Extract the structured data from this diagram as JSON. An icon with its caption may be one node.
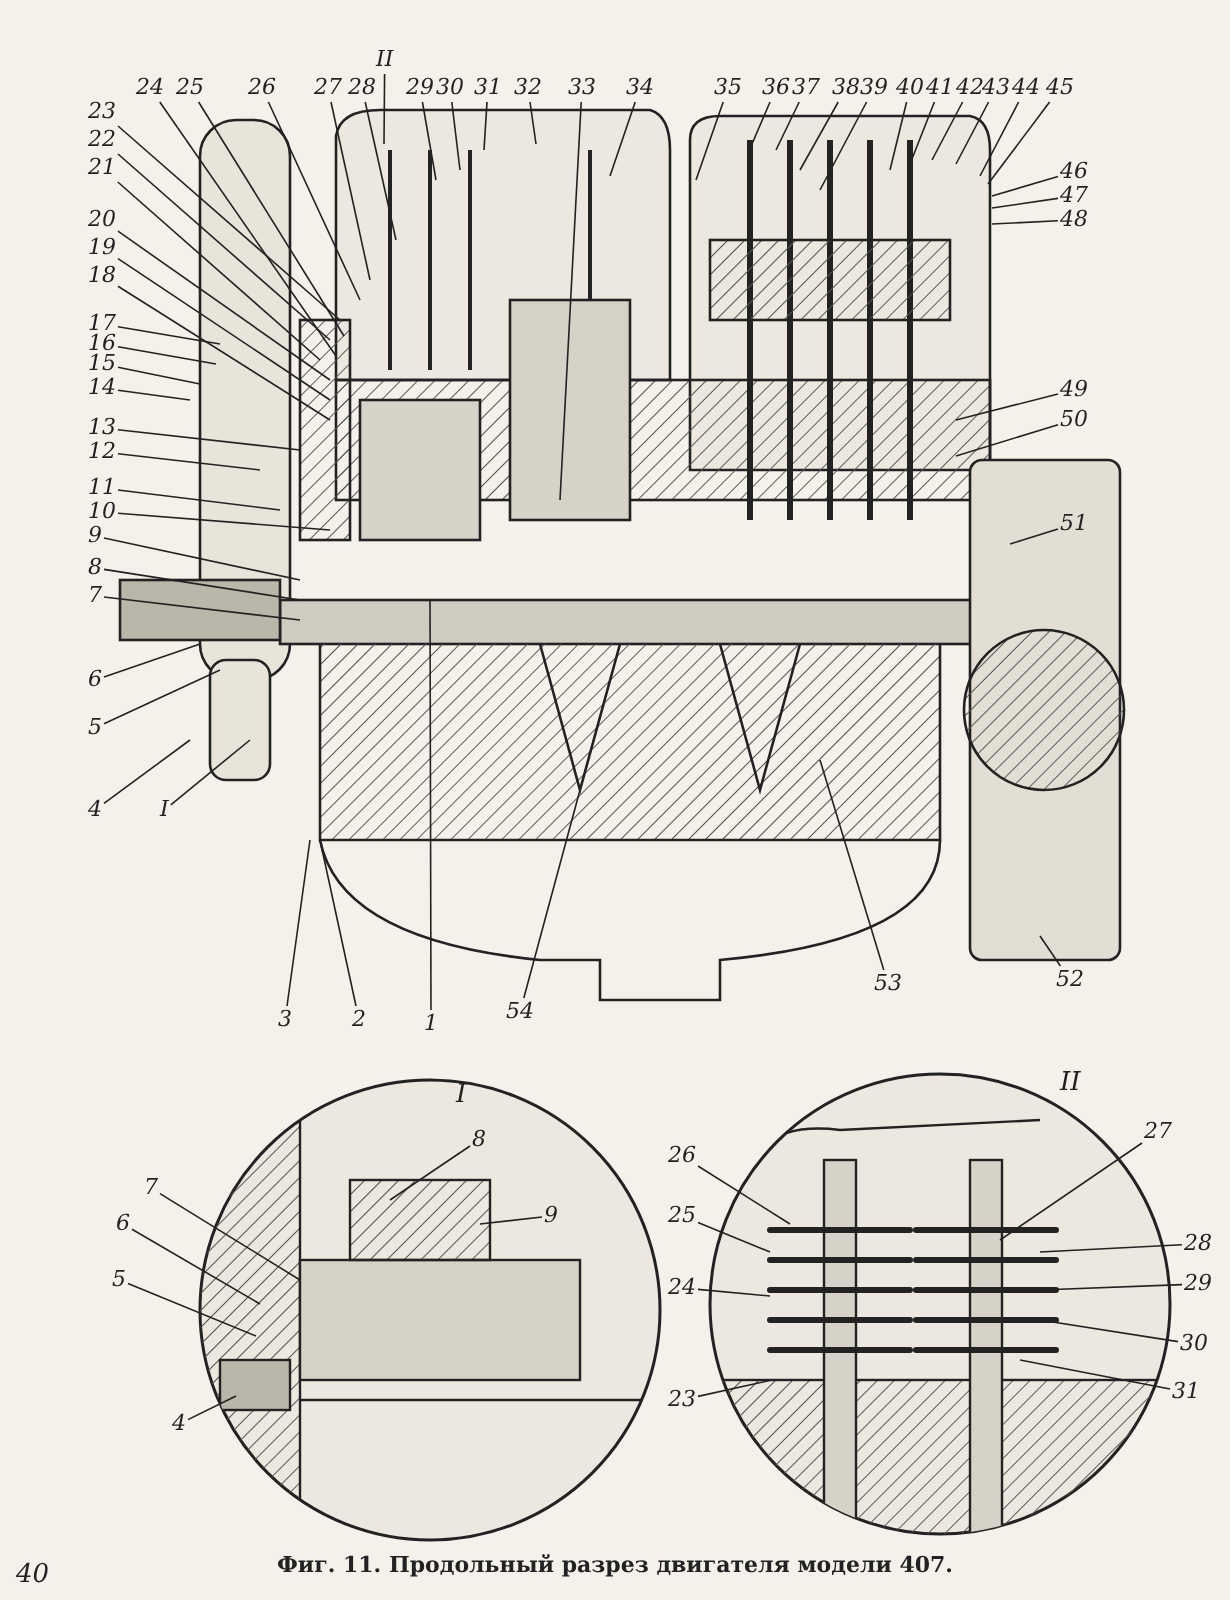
{
  "diagram": {
    "caption": "Фиг. 11. Продольный разрез двигателя модели 407.",
    "nodes": [
      {
        "text": [
          "24"
        ]
      },
      {
        "text": [
          "25"
        ]
      },
      {
        "text": [
          "26"
        ]
      },
      {
        "text": [
          "27"
        ]
      },
      {
        "text": [
          "28"
        ]
      },
      {
        "text": [
          "II"
        ]
      },
      {
        "text": [
          "29"
        ]
      },
      {
        "text": [
          "30"
        ]
      },
      {
        "text": [
          "31"
        ]
      },
      {
        "text": [
          "32"
        ]
      },
      {
        "text": [
          "33"
        ]
      },
      {
        "text": [
          "34"
        ]
      },
      {
        "text": [
          "35"
        ]
      },
      {
        "text": [
          "36"
        ]
      },
      {
        "text": [
          "37"
        ]
      },
      {
        "text": [
          "38"
        ]
      },
      {
        "text": [
          "39"
        ]
      },
      {
        "text": [
          "40"
        ]
      },
      {
        "text": [
          "41"
        ]
      },
      {
        "text": [
          "42"
        ]
      },
      {
        "text": [
          "43"
        ]
      },
      {
        "text": [
          "44"
        ]
      },
      {
        "text": [
          "45"
        ]
      },
      {
        "text": [
          "46"
        ]
      },
      {
        "text": [
          "47"
        ]
      },
      {
        "text": [
          "48"
        ]
      },
      {
        "text": [
          "49"
        ]
      },
      {
        "text": [
          "50"
        ]
      },
      {
        "text": [
          "51"
        ]
      },
      {
        "text": [
          "52"
        ]
      },
      {
        "text": [
          "53"
        ]
      },
      {
        "text": [
          "54"
        ]
      },
      {
        "text": [
          "1"
        ]
      },
      {
        "text": [
          "2"
        ]
      },
      {
        "text": [
          "3"
        ]
      },
      {
        "text": [
          "23"
        ]
      },
      {
        "text": [
          "22"
        ]
      },
      {
        "text": [
          "21"
        ]
      },
      {
        "text": [
          "20"
        ]
      },
      {
        "text": [
          "19"
        ]
      },
      {
        "text": [
          "18"
        ]
      },
      {
        "text": [
          "17"
        ]
      },
      {
        "text": [
          "16"
        ]
      },
      {
        "text": [
          "15"
        ]
      },
      {
        "text": [
          "14"
        ]
      },
      {
        "text": [
          "13"
        ]
      },
      {
        "text": [
          "12"
        ]
      },
      {
        "text": [
          "11"
        ]
      },
      {
        "text": [
          "10"
        ]
      },
      {
        "text": [
          "9"
        ]
      },
      {
        "text": [
          "8"
        ]
      },
      {
        "text": [
          "7"
        ]
      },
      {
        "text": [
          "6"
        ]
      },
      {
        "text": [
          "5"
        ]
      },
      {
        "text": [
          "4"
        ]
      },
      {
        "text": [
          "I"
        ]
      },
      {
        "text": [
          "8"
        ]
      },
      {
        "text": [
          "9"
        ]
      },
      {
        "text": [
          "7"
        ]
      },
      {
        "text": [
          "6"
        ]
      },
      {
        "text": [
          "5"
        ]
      },
      {
        "text": [
          "4"
        ]
      },
      {
        "text": [
          "26"
        ]
      },
      {
        "text": [
          "27"
        ]
      },
      {
        "text": [
          "25"
        ]
      },
      {
        "text": [
          "28"
        ]
      },
      {
        "text": [
          "24"
        ]
      },
      {
        "text": [
          "29"
        ]
      },
      {
        "text": [
          "30"
        ]
      },
      {
        "text": [
          "23"
        ]
      },
      {
        "text": [
          "31"
        ]
      }
    ],
    "edges": [
      {
        "from": 0,
        "to": null,
        "arrow": "none"
      },
      {
        "from": 1,
        "to": null,
        "arrow": "none"
      },
      {
        "from": 2,
        "to": null,
        "arrow": "none"
      },
      {
        "from": 3,
        "to": null,
        "arrow": "none"
      },
      {
        "from": 4,
        "to": null,
        "arrow": "none"
      },
      {
        "from": 5,
        "to": null,
        "arrow": "none"
      },
      {
        "from": 6,
        "to": null,
        "arrow": "none"
      },
      {
        "from": 7,
        "to": null,
        "arrow": "none"
      },
      {
        "from": 8,
        "to": null,
        "arrow": "none"
      },
      {
        "from": 9,
        "to": null,
        "arrow": "none"
      },
      {
        "from": 10,
        "to": null,
        "arrow": "none"
      },
      {
        "from": 11,
        "to": null,
        "arrow": "none"
      },
      {
        "from": 12,
        "to": null,
        "arrow": "none"
      },
      {
        "from": 13,
        "to": null,
        "arrow": "none"
      },
      {
        "from": 14,
        "to": null,
        "arrow": "none"
      },
      {
        "from": 15,
        "to": null,
        "arrow": "none"
      },
      {
        "from": 16,
        "to": null,
        "arrow": "none"
      },
      {
        "from": 17,
        "to": null,
        "arrow": "none"
      },
      {
        "from": 18,
        "to": null,
        "arrow": "none"
      },
      {
        "from": 19,
        "to": null,
        "arrow": "none"
      },
      {
        "from": 20,
        "to": null,
        "arrow": "none"
      },
      {
        "from": 21,
        "to": null,
        "arrow": "none"
      },
      {
        "from": 22,
        "to": null,
        "arrow": "none"
      },
      {
        "from": 23,
        "to": null,
        "arrow": "none"
      },
      {
        "from": 24,
        "to": null,
        "arrow": "none"
      },
      {
        "from": 25,
        "to": null,
        "arrow": "none"
      },
      {
        "from": 26,
        "to": null,
        "arrow": "none"
      },
      {
        "from": 27,
        "to": null,
        "arrow": "none"
      },
      {
        "from": 28,
        "to": null,
        "arrow": "none"
      },
      {
        "from": 29,
        "to": null,
        "arrow": "none"
      },
      {
        "from": 30,
        "to": null,
        "arrow": "none"
      },
      {
        "from": 31,
        "to": null,
        "arrow": "none"
      },
      {
        "from": 32,
        "to": null,
        "arrow": "none"
      },
      {
        "from": 33,
        "to": null,
        "arrow": "none"
      },
      {
        "from": 34,
        "to": null,
        "arrow": "none"
      },
      {
        "from": 35,
        "to": null,
        "arrow": "none"
      },
      {
        "from": 36,
        "to": null,
        "arrow": "none"
      },
      {
        "from": 37,
        "to": null,
        "arrow": "none"
      },
      {
        "from": 38,
        "to": null,
        "arrow": "none"
      },
      {
        "from": 39,
        "to": null,
        "arrow": "none"
      },
      {
        "from": 40,
        "to": null,
        "arrow": "none"
      },
      {
        "from": 41,
        "to": null,
        "arrow": "none"
      },
      {
        "from": 42,
        "to": null,
        "arrow": "none"
      },
      {
        "from": 43,
        "to": null,
        "arrow": "none"
      },
      {
        "from": 44,
        "to": null,
        "arrow": "none"
      },
      {
        "from": 45,
        "to": null,
        "arrow": "none"
      },
      {
        "from": 46,
        "to": null,
        "arrow": "none"
      },
      {
        "from": 47,
        "to": null,
        "arrow": "none"
      },
      {
        "from": 48,
        "to": null,
        "arrow": "none"
      },
      {
        "from": 49,
        "to": null,
        "arrow": "none"
      },
      {
        "from": 50,
        "to": null,
        "arrow": "none"
      },
      {
        "from": 51,
        "to": null,
        "arrow": "none"
      },
      {
        "from": 52,
        "to": null,
        "arrow": "none"
      },
      {
        "from": 53,
        "to": null,
        "arrow": "none"
      },
      {
        "from": 54,
        "to": null,
        "arrow": "none"
      },
      {
        "from": 55,
        "to": null,
        "arrow": "none"
      },
      {
        "from": 56,
        "to": null,
        "arrow": "none"
      },
      {
        "from": 57,
        "to": null,
        "arrow": "none"
      },
      {
        "from": 58,
        "to": null,
        "arrow": "none"
      },
      {
        "from": 59,
        "to": null,
        "arrow": "none"
      },
      {
        "from": 60,
        "to": null,
        "arrow": "none"
      },
      {
        "from": 61,
        "to": null,
        "arrow": "none"
      },
      {
        "from": 62,
        "to": null,
        "arrow": "none"
      },
      {
        "from": 63,
        "to": null,
        "arrow": "none"
      },
      {
        "from": 64,
        "to": null,
        "arrow": "none"
      },
      {
        "from": 65,
        "to": null,
        "arrow": "none"
      },
      {
        "from": 66,
        "to": null,
        "arrow": "none"
      },
      {
        "from": 67,
        "to": null,
        "arrow": "none"
      },
      {
        "from": 68,
        "to": null,
        "arrow": "none"
      },
      {
        "from": 69,
        "to": null,
        "arrow": "none"
      },
      {
        "from": 70,
        "to": null,
        "arrow": "none"
      }
    ],
    "labels": [
      "I",
      "II",
      "40"
    ]
  }
}
